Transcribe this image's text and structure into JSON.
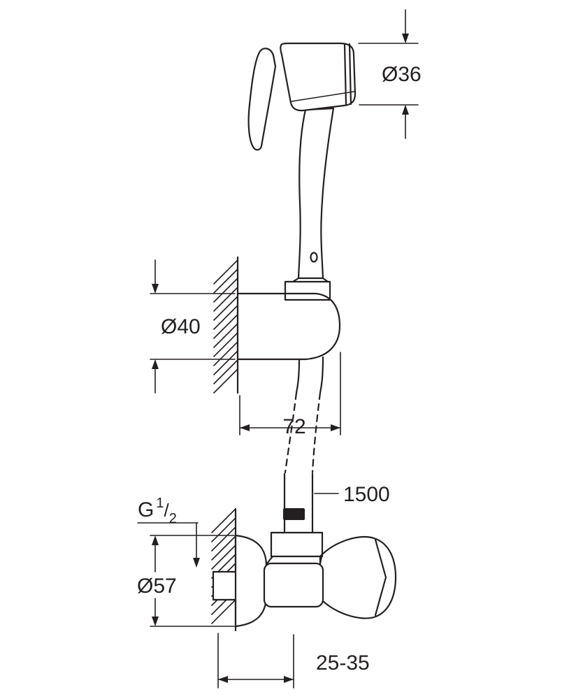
{
  "labels": {
    "head_diameter": "Ø36",
    "holder_diameter": "Ø40",
    "holder_depth": "72",
    "hose_length": "1500",
    "thread_prefix": "G",
    "thread_numerator": "1",
    "thread_slash": "/",
    "thread_denominator": "2",
    "rosette_diameter": "Ø57",
    "wall_distance_range": "25-35"
  },
  "colors": {
    "line": "#231f20",
    "background": "#ffffff"
  }
}
